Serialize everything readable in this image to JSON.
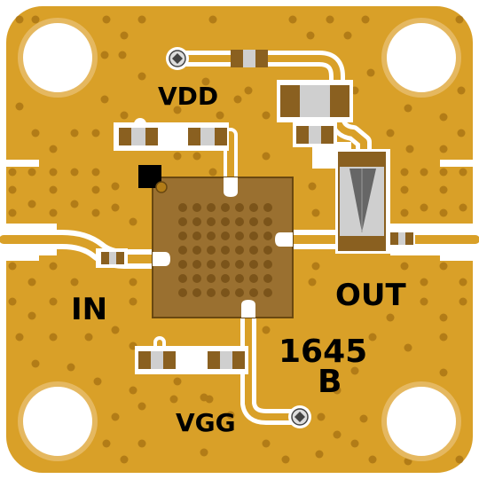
{
  "colors": {
    "board_edge": "#ffffff",
    "copper": "#d9a028",
    "via": "#b27c17",
    "trace": "#ffffff",
    "chip_body": "#9a7030",
    "chip_pad": "#7b541a",
    "component_dark": "#8a6020",
    "component_light": "#cfcfcf",
    "silkscreen": "#000000"
  },
  "labels": {
    "supply_drain": "VDD",
    "supply_gate": "VGG",
    "rf_input": "IN",
    "rf_output": "OUT",
    "part_number": "1645",
    "part_revision": "B"
  },
  "icons": {
    "mounting_hole": "circle-hole-icon",
    "test_point": "test-point-icon",
    "pin1_marker": "pin1-marker-icon"
  }
}
